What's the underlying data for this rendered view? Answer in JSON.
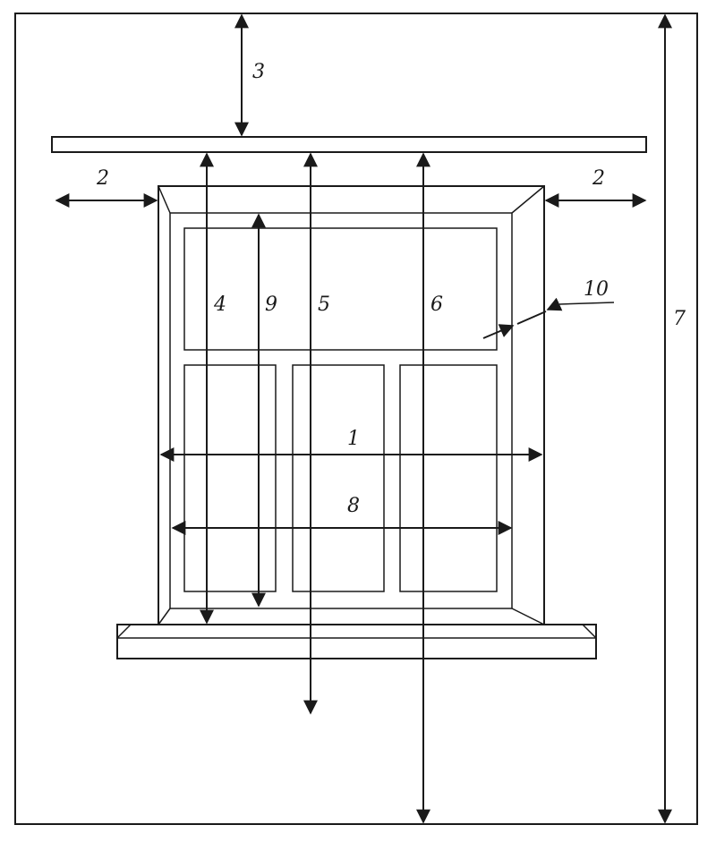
{
  "labels": {
    "width_outer": "1",
    "side_clearance": "2",
    "top_clearance": "3",
    "height_to_sill": "4",
    "height_to_floor_mark": "5",
    "height_to_floor": "6",
    "wall_height": "7",
    "width_inner": "8",
    "height_inner": "9",
    "reveal_pointer": "10"
  },
  "colors": {
    "ink": "#1a1a1a",
    "paper": "#ffffff"
  }
}
